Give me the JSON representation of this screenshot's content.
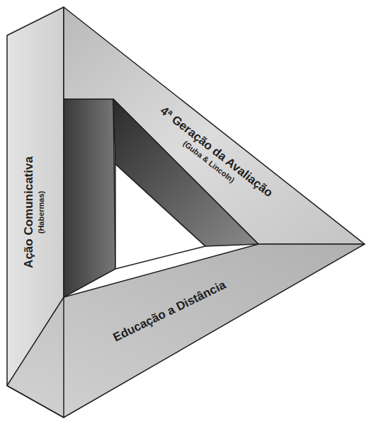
{
  "diagram": {
    "nodes": [
      {
        "text": [
          "Ação Comunicativa",
          "(Habermas)"
        ]
      },
      {
        "text": [
          "4ª Geração da Avaliação",
          "(Guba & Lincoln)"
        ]
      },
      {
        "text": [
          "Educação a Distância"
        ]
      }
    ]
  }
}
